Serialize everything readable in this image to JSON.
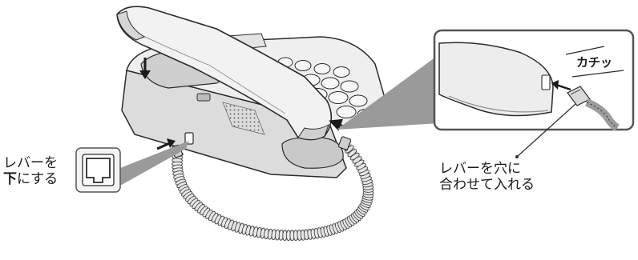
{
  "labels": {
    "left_line1": "レバーを",
    "left_line2_emph": "下",
    "left_line2_rest": "にする",
    "right_line1": "レバーを穴に",
    "right_line2": "合わせて入れる",
    "click_sound": "カチッ"
  },
  "icons": [
    "phone-base-icon",
    "handset-icon",
    "coiled-cord-icon",
    "modular-jack-icon",
    "connector-plug-icon",
    "press-down-arrow-icon",
    "insert-arrow-icon"
  ],
  "colors": {
    "body_light": "#e9e9e9",
    "body_mid": "#cfcfcf",
    "body_dark": "#8f8f8f",
    "outline": "#2b2b2b",
    "callout_fill": "#9a9a9a",
    "text": "#1a1a1a"
  }
}
